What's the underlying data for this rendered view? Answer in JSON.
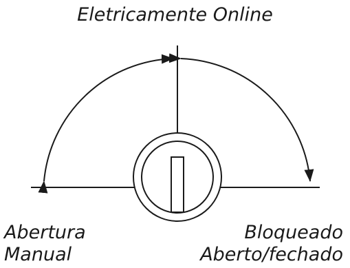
{
  "labels": {
    "top": "Eletricamente Online",
    "left_line1": "Abertura",
    "left_line2": "Manual",
    "right_line1": "Bloqueado",
    "right_line2": "Aberto/fechado"
  },
  "colors": {
    "stroke": "#1a1a1a",
    "text": "#1a1a1a",
    "background": "#ffffff"
  },
  "icons": {
    "center": "key-lock-icon"
  }
}
